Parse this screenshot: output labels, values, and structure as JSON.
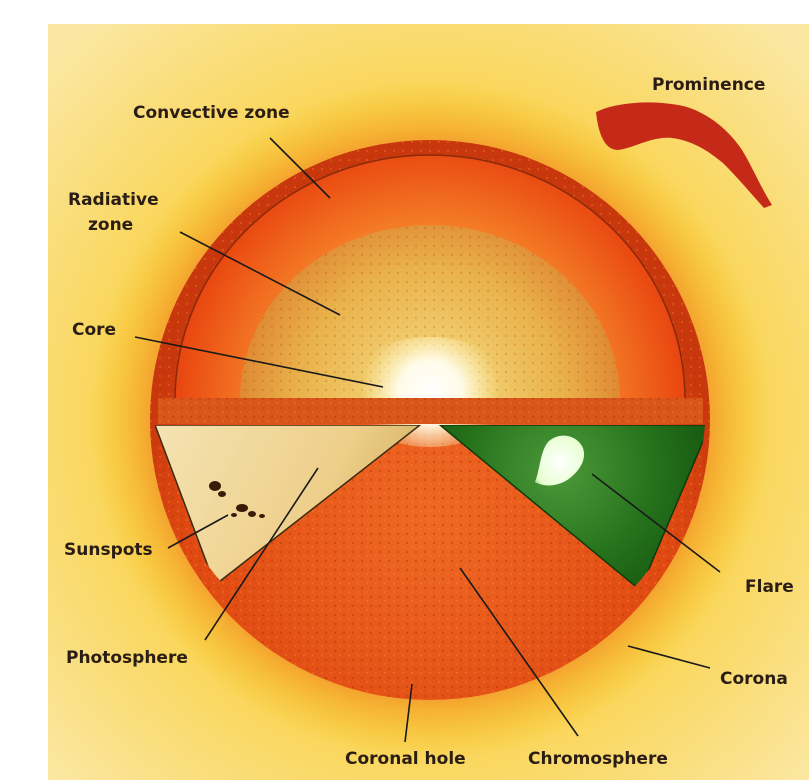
{
  "labels": {
    "prominence": "Prominence",
    "convective_zone": "Convective zone",
    "radiative_zone_line1": "Radiative",
    "radiative_zone_line2": "zone",
    "core": "Core",
    "sunspots": "Sunspots",
    "photosphere": "Photosphere",
    "flare": "Flare",
    "corona": "Corona",
    "coronal_hole": "Coronal hole",
    "chromosphere": "Chromosphere"
  },
  "colors": {
    "background_glow": "#f7c21e",
    "corona_outer": "#fbe07a",
    "sun_surface": "#e55a1a",
    "convective_zone": "#f25e1c",
    "radiative_zone": "#e8a842",
    "core": "#ffffff",
    "photosphere": "#f2d49a",
    "flare_wedge": "#1f7a17",
    "flare": "#e6ffd0",
    "prominence": "#c52a18",
    "label_text": "#2a1d14"
  }
}
